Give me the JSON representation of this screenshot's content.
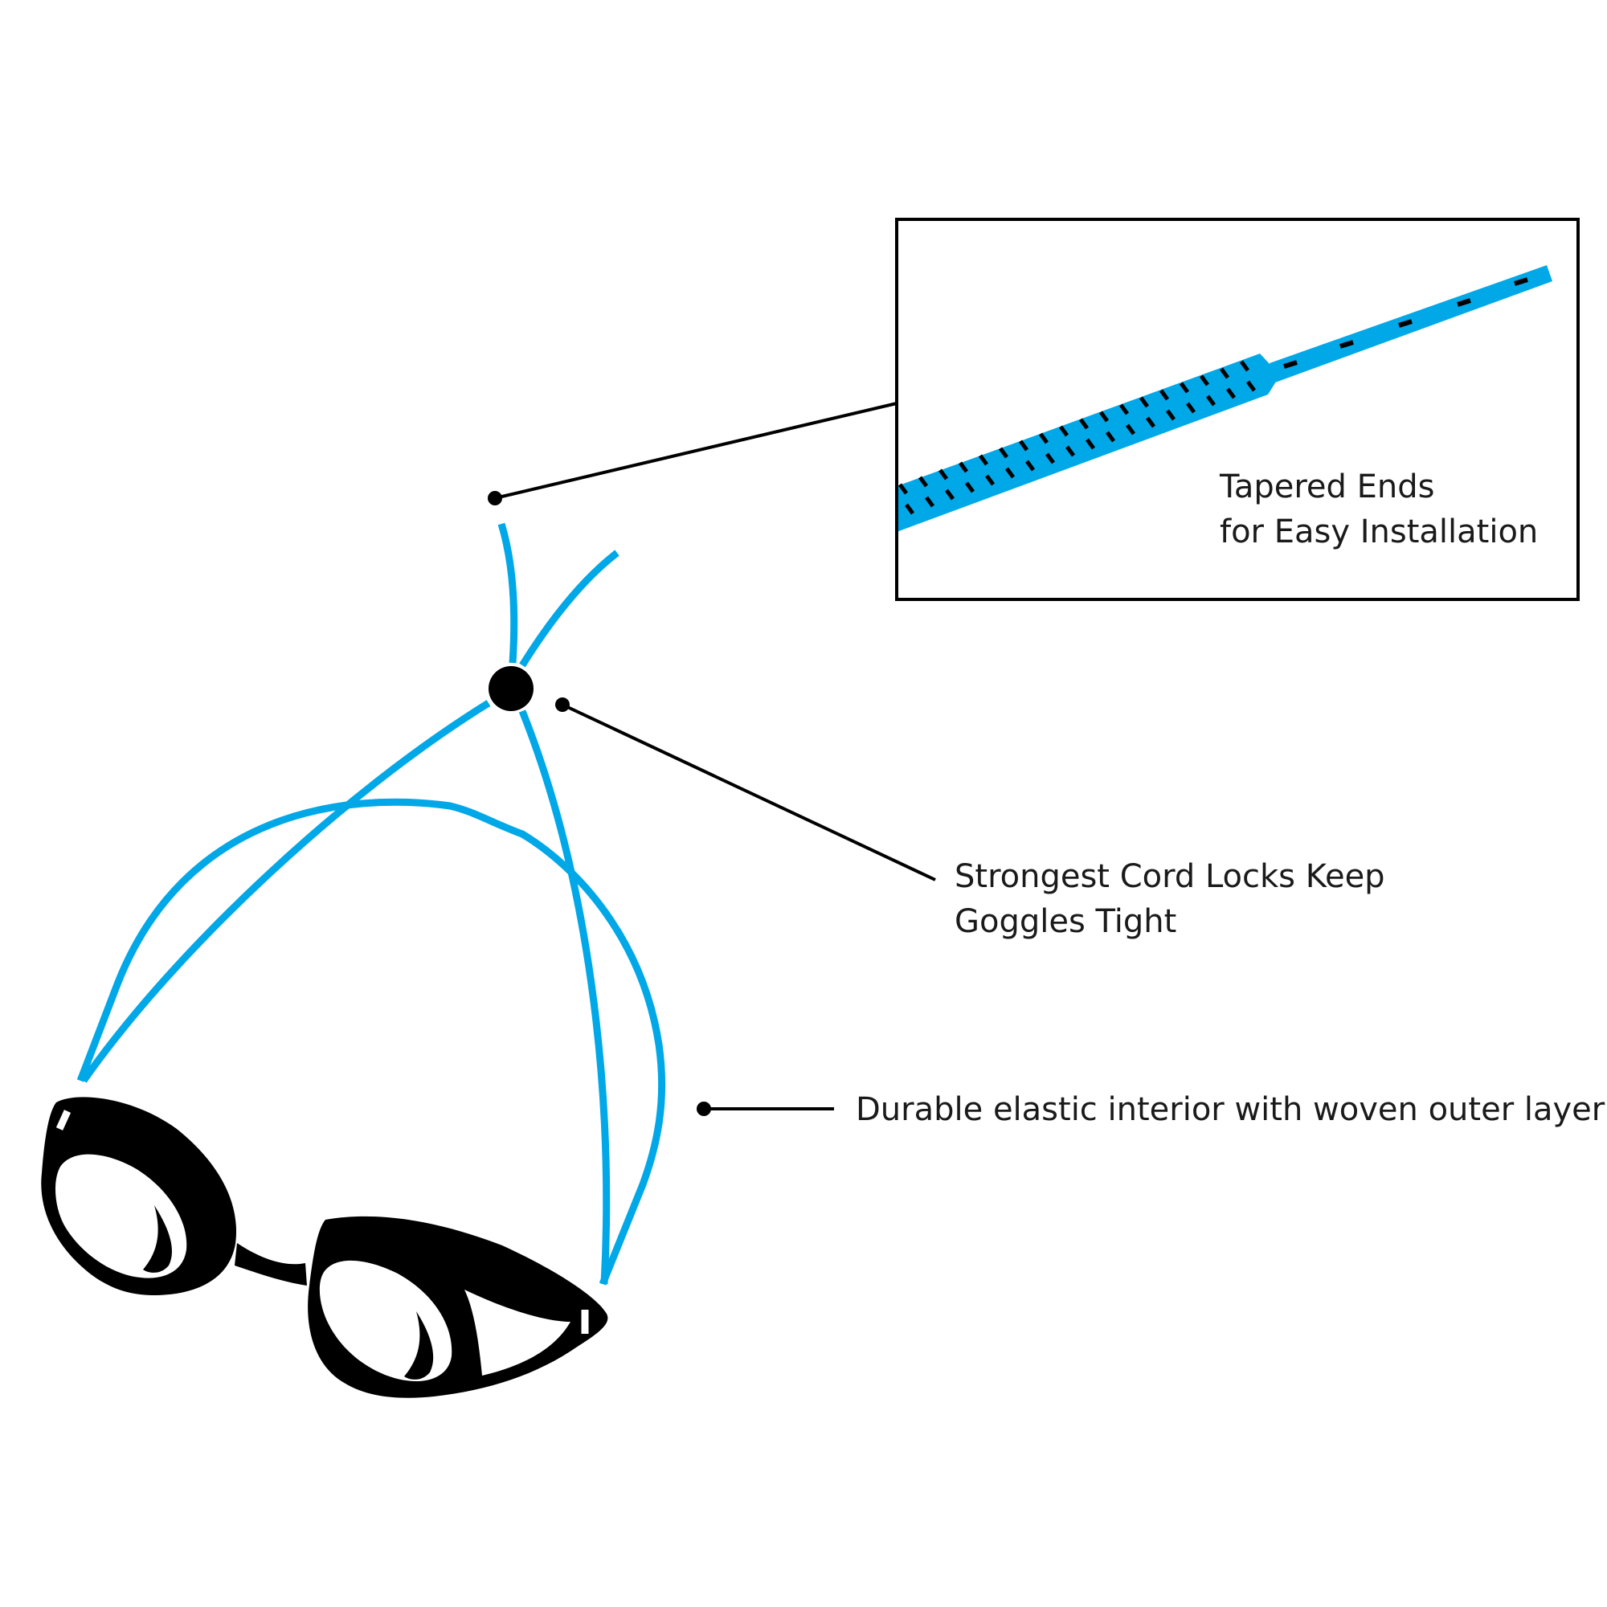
{
  "colors": {
    "strap": "#00a8e8",
    "ink": "#000000",
    "background": "#ffffff",
    "text": "#1a1a1a"
  },
  "callouts": {
    "tapered_ends": {
      "line1": "Tapered Ends",
      "line2": "for Easy Installation"
    },
    "cord_locks": {
      "line1": "Strongest Cord Locks Keep",
      "line2": "Goggles Tight"
    },
    "elastic": {
      "line1": "Durable elastic interior with woven outer layer"
    }
  },
  "icons": {
    "goggles": "swim-goggles-illustration",
    "strap": "bungee-strap",
    "cord_lock": "cord-lock-toggle",
    "detail": "tapered-strap-end-detail"
  }
}
